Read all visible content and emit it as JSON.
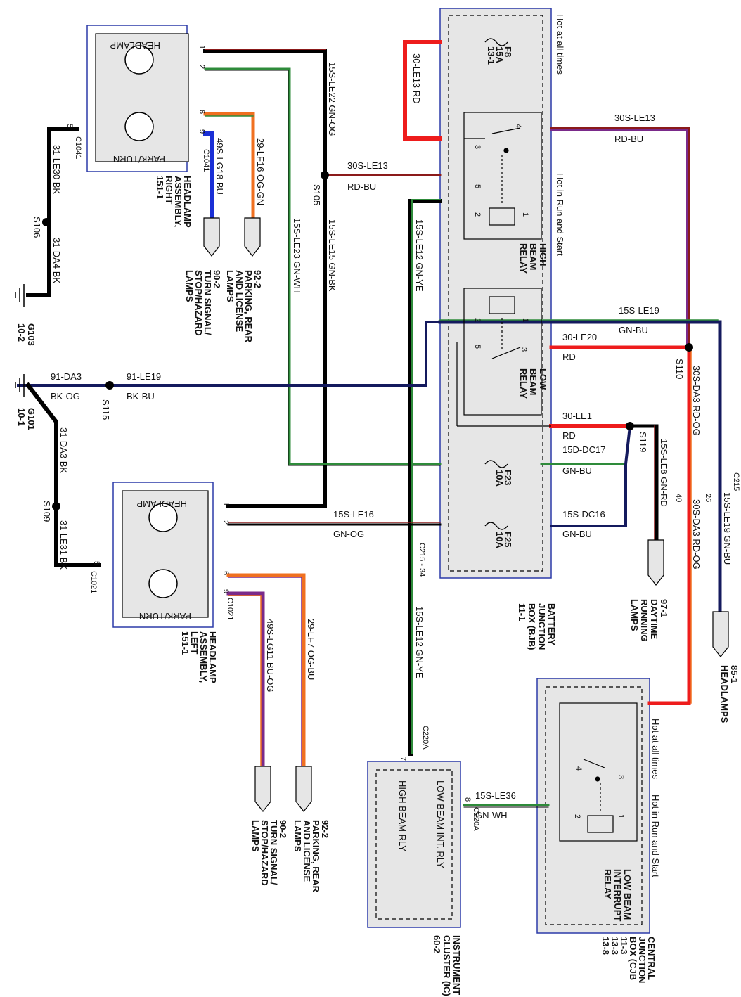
{
  "boxes": {
    "bjb": {
      "title_lines": [
        "BATTERY",
        "JUNCTION",
        "BOX (BJB)",
        "11-1"
      ],
      "hot_all": "Hot at all times",
      "hot_run": "Hot in Run and Start"
    },
    "cjb": {
      "title_lines": [
        "CENTRAL",
        "JUNCTION",
        "BOX (CJB",
        "11-3",
        "13-3",
        "13-8"
      ],
      "hot_all": "Hot at all times",
      "hot_run": "Hot in Run and Start"
    },
    "ic": {
      "title_lines": [
        "INSTRUMENT",
        "CLUSTER (IC)",
        "60-2"
      ],
      "line1": "LOW BEAM INT. RLY",
      "line2": "HIGH BEAM RLY"
    },
    "hl_right": {
      "title_lines": [
        "HEADLAMP",
        "ASSEMBLY,",
        "RIGHT",
        "151-1"
      ],
      "headlamp": "HEADLAMP",
      "parkturn": "PARK/TURN"
    },
    "hl_left": {
      "title_lines": [
        "HEADLAMP",
        "ASSEMBLY,",
        "LEFT",
        "151-1"
      ],
      "headlamp": "HEADLAMP",
      "parkturn": "PARK/TURN"
    }
  },
  "relays": {
    "high": {
      "lines": [
        "HIGH",
        "BEAM",
        "RELAY"
      ]
    },
    "low": {
      "lines": [
        "LOW",
        "BEAM",
        "RELAY"
      ]
    },
    "interrupt": {
      "lines": [
        "LOW BEAM",
        "INTERRUPT",
        "RELAY"
      ]
    }
  },
  "fuses": {
    "f8": {
      "lines": [
        "F8",
        "15A",
        "13-1"
      ]
    },
    "f23": {
      "lines": [
        "F23",
        "10A"
      ]
    },
    "f25": {
      "lines": [
        "F25",
        "10A"
      ]
    }
  },
  "splices": {
    "s105": "S105",
    "s106": "S106",
    "s109": "S109",
    "s110": "S110",
    "s115": "S115",
    "s119": "S119"
  },
  "grounds": {
    "g103": {
      "lines": [
        "G103",
        "10-2"
      ]
    },
    "g101": {
      "lines": [
        "G101",
        "10-1"
      ]
    }
  },
  "connectors": {
    "c1041a": "C1041",
    "c1041b": "C1041",
    "c1021a": "C1021",
    "c1021b": "C1021",
    "c215_34": "C215 - 34",
    "c215_26": "C215",
    "c220a_7": "C220A",
    "c220a_8": "C220A"
  },
  "wires": {
    "w30le13_fuse": "30-LE13  RD",
    "w30sle13_top_code": "30S-LE13",
    "w30sle13_top_color": "RD-BU",
    "w30sle13_mid_code": "30S-LE13",
    "w30sle13_mid_color": "RD-BU",
    "w15sle22": "15S-LE22  GN-OG",
    "w15sle15": "15S-LE15  GN-BK",
    "w15sle23": "15S-LE23  GN-WH",
    "w15sle12_top": "15S-LE12  GN-YE",
    "w15sle12_bot": "15S-LE12  GN-YE",
    "w29lf16": "29-LF16  OG-GN",
    "w49slg18": "49S-LG18  BU",
    "w31le30": "31-LE30  BK",
    "w31da4": "31-DA4  BK",
    "w15sle19_code": "15S-LE19",
    "w15sle19_color": "GN-BU",
    "w30le20_code": "30-LE20",
    "w30le20_color": "RD",
    "w30sda3_top": "30S-DA3  RD-OG",
    "w30sda3_bot": "30S-DA3  RD-OG",
    "w15sle19_v": "15S-LE19  GN-BU",
    "w91da3_code": "91-DA3",
    "w91da3_color": "BK-OG",
    "w91le19_code": "91-LE19",
    "w91le19_color": "BK-BU",
    "w31da3": "31-DA3  BK",
    "w31le31": "31-LE31  BK",
    "w30le1_code": "30-LE1",
    "w30le1_color": "RD",
    "w15ddc17_code": "15D-DC17",
    "w15ddc17_color": "GN-BU",
    "w15sle8": "15S-LE8  GN-RD",
    "w15sle16_code": "15S-LE16",
    "w15sle16_color": "GN-OG",
    "w15sdc16_code": "15S-DC16",
    "w15sdc16_color": "GN-BU",
    "w49slg11": "49S-LG11  BU-OG",
    "w29lf7": "29-LF7  OG-BU",
    "w15sle36_code": "15S-LE36",
    "w15sle36_color": "GN-WH"
  },
  "destinations": {
    "parking_r": {
      "lines": [
        "92-2",
        "PARKING, REAR",
        "AND LICENSE",
        "LAMPS"
      ]
    },
    "turn_r": {
      "lines": [
        "90-2",
        "TURN SIGNAL/",
        "STOP/HAZARD",
        "LAMPS"
      ]
    },
    "drl": {
      "lines": [
        "97-1",
        "DAYTIME",
        "RUNNING",
        "LAMPS"
      ]
    },
    "headlamps": {
      "lines": [
        "85-1",
        "HEADLAMPS"
      ]
    },
    "parking_l": {
      "lines": [
        "92-2",
        "PARKING, REAR",
        "AND LICENSE",
        "LAMPS"
      ]
    },
    "turn_l": {
      "lines": [
        "90-2",
        "TURN SIGNAL/",
        "STOP/HAZARD",
        "LAMPS"
      ]
    }
  },
  "pins": {
    "r1": "1",
    "r2": "2",
    "r6": "6",
    "r9": "9",
    "r5": "5",
    "l1": "1",
    "l2": "2",
    "l6": "6",
    "l9": "9",
    "l5": "5",
    "hb4": "4",
    "hb3": "3",
    "hb5": "5",
    "hb2": "2",
    "hb1": "1",
    "lb2": "2",
    "lb1": "1",
    "lb5": "5",
    "lb3": "3",
    "ir4": "4",
    "ir3": "3",
    "ir2": "2",
    "ir1": "1",
    "p40": "40",
    "p26": "26",
    "ic7": "7",
    "ic8": "8"
  },
  "colors": {
    "black": "#000000",
    "red": "#ee1c1c",
    "darkred": "#8b1a1a",
    "orange": "#f07020",
    "green": "#2e8b3a",
    "blue": "#1a2fd6",
    "navy": "#141a5e",
    "purple": "#7a2a8a",
    "box_fill": "#e6e6e6",
    "frame_blue": "#2b3aa8"
  }
}
